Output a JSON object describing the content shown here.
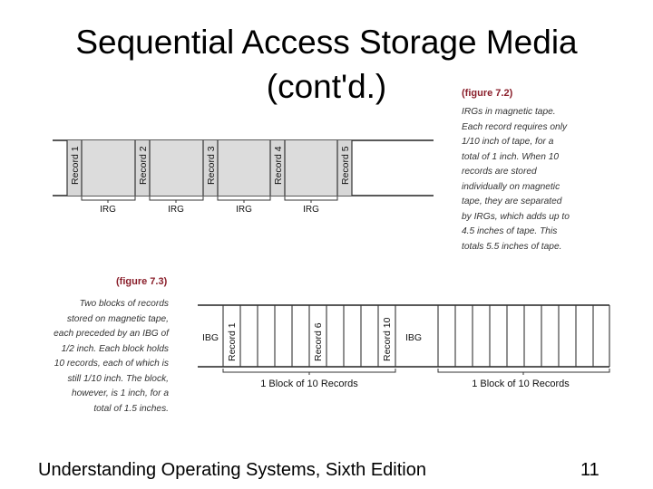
{
  "slide": {
    "title_line1": "Sequential Access Storage Media",
    "title_line2": "(cont'd.)",
    "footer": "Understanding Operating Systems, Sixth Edition",
    "page_number": "11"
  },
  "figure_72": {
    "label": "(figure 7.2)",
    "caption_lines": [
      "IRGs in magnetic tape.",
      "Each record requires only",
      "1/10 inch of tape, for a",
      "total of 1 inch. When 10",
      "records are stored",
      "individually on magnetic",
      "tape, they are separated",
      "by IRGs, which adds up to",
      "4.5 inches of tape. This",
      "totals 5.5 inches of tape."
    ],
    "records": [
      "Record 1",
      "Record 2",
      "Record 3",
      "Record 4",
      "Record 5"
    ],
    "gap_label": "IRG"
  },
  "figure_73": {
    "label": "(figure 7.3)",
    "caption_lines": [
      "Two blocks of records",
      "stored on magnetic tape,",
      "each preceded by an IBG of",
      "1/2 inch. Each block holds",
      "10 records, each of which is",
      "still 1/10 inch. The block,",
      "however, is 1 inch, for a",
      "total of 1.5 inches."
    ],
    "gap_label": "IBG",
    "record_labels": [
      "Record 1",
      "Record 6",
      "Record 10"
    ],
    "block_label": "1 Block of 10 Records"
  }
}
